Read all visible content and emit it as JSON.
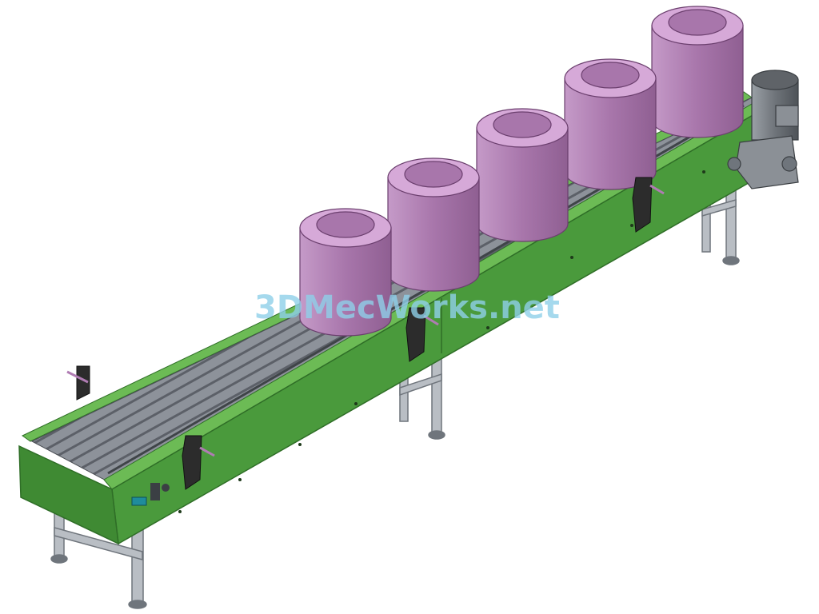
{
  "watermark": {
    "text": "3DMecWorks.net",
    "color": "#8ecfe8"
  },
  "colors": {
    "frame_green": "#4a9a3c",
    "frame_green_light": "#6cbb55",
    "frame_green_dark": "#2f6e27",
    "container_fill": "#b07cb3",
    "container_rim": "#d6a9d8",
    "belt_slat": "#8d929a",
    "belt_gap": "#5c6068",
    "steel": "#b9bec4",
    "steel_dark": "#6f757c",
    "motor": "#7b8087",
    "bracket": "#2c2c2c"
  },
  "containers": [
    {
      "id": 1
    },
    {
      "id": 2
    },
    {
      "id": 3
    },
    {
      "id": 4
    },
    {
      "id": 5
    }
  ]
}
